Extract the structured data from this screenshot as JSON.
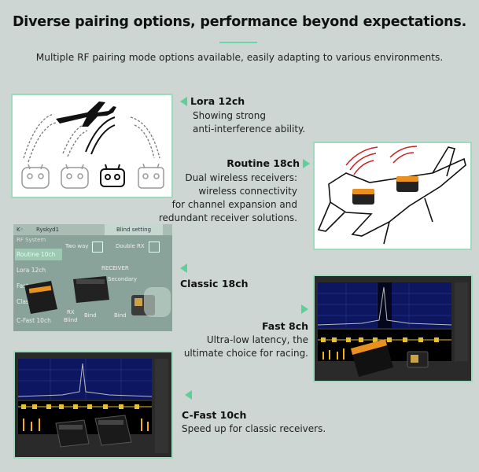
{
  "header": {
    "title": "Diverse pairing options, performance beyond expectations.",
    "subtitle": "Multiple RF pairing mode options available, easily adapting to various environments."
  },
  "modes": {
    "lora": {
      "name": "Lora 12ch",
      "desc": [
        "Showing strong",
        "anti-interference ability."
      ]
    },
    "routine": {
      "name": "Routine 18ch",
      "desc": [
        "Dual wireless receivers:",
        "wireless connectivity",
        "for channel expansion and",
        "redundant receiver solutions."
      ]
    },
    "classic": {
      "name": "Classic 18ch"
    },
    "fast": {
      "name": "Fast 8ch",
      "desc": [
        "Ultra-low latency, the",
        "ultimate choice for racing."
      ]
    },
    "cfast": {
      "name": "C-Fast 10ch",
      "desc": [
        "Speed up for classic receivers."
      ]
    }
  },
  "screen": {
    "model_name": "Ryskyd1",
    "tab": "Blind setting",
    "sys_label": "RF System",
    "options": [
      "Routine 10ch",
      "Lora 12ch",
      "Fast",
      "Classic",
      "C-Fast 10ch"
    ],
    "two_way": "Two way",
    "double_rx": "Double RX",
    "receiver": "RECEIVER",
    "secondary": "Secondary",
    "rx_blind": [
      "RX",
      "Blind"
    ],
    "bind_buttons": [
      "Bind",
      "Bind"
    ]
  },
  "colors": {
    "accent": "#5fcf98",
    "panel_border": "#9fd9be",
    "background": "#cdd6d2"
  }
}
